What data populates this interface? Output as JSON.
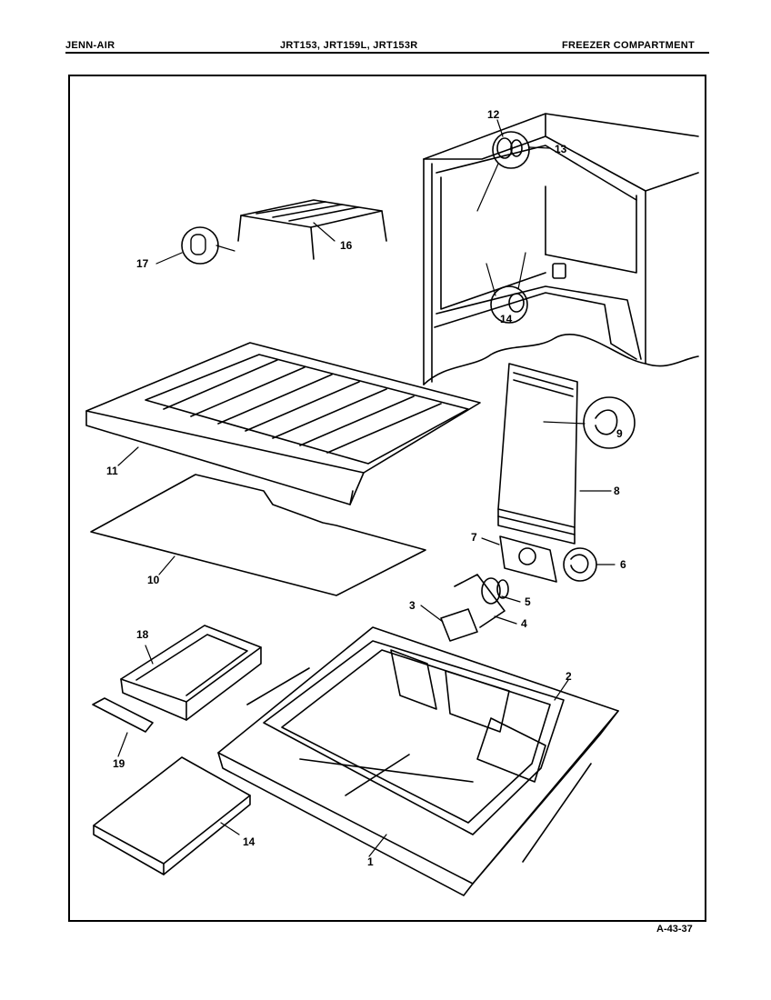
{
  "header": {
    "brand": "JENN-AIR",
    "models": "JRT153, JRT159L, JRT153R",
    "section": "FREEZER COMPARTMENT"
  },
  "footer": {
    "code": "A-43-37"
  },
  "callouts": {
    "c1": "1",
    "c2": "2",
    "c3": "3",
    "c4": "4",
    "c5": "5",
    "c6": "6",
    "c7": "7",
    "c8": "8",
    "c9": "9",
    "c10": "10",
    "c11": "11",
    "c12": "12",
    "c13": "13",
    "c14a": "14",
    "c14b": "14",
    "c16": "16",
    "c17": "17",
    "c18": "18",
    "c19": "19"
  }
}
